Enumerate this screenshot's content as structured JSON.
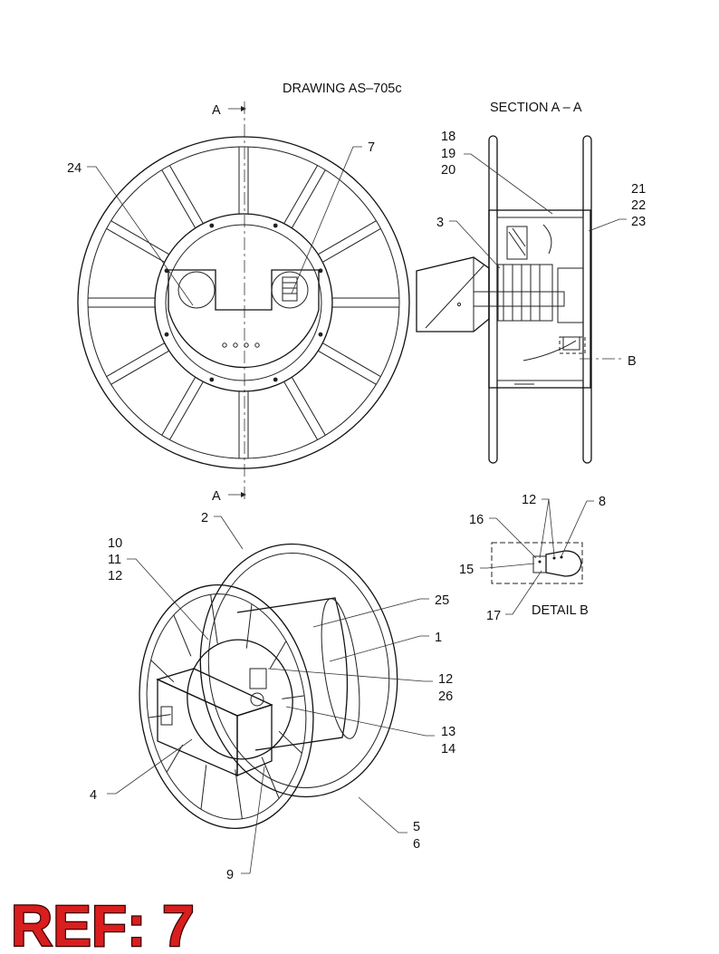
{
  "drawing_title": "DRAWING  AS–705c",
  "section_title": "SECTION  A – A",
  "detail_title": "DETAIL  B",
  "section_markers": [
    "A",
    "A"
  ],
  "detail_marker": "B",
  "reference": "REF: 7",
  "colors": {
    "reference_fill": "#d81e1e",
    "reference_outline": "#3a0000",
    "lines": "#222222"
  },
  "callouts": {
    "front_view": [
      "24",
      "7"
    ],
    "section_view": [
      "18",
      "19",
      "20",
      "3",
      "21",
      "22",
      "23"
    ],
    "detail_view": [
      "12",
      "8",
      "16",
      "15",
      "17"
    ],
    "iso_view": [
      "2",
      "10",
      "11",
      "12",
      "25",
      "1",
      "12",
      "26",
      "13",
      "14",
      "4",
      "5",
      "6",
      "9"
    ]
  }
}
